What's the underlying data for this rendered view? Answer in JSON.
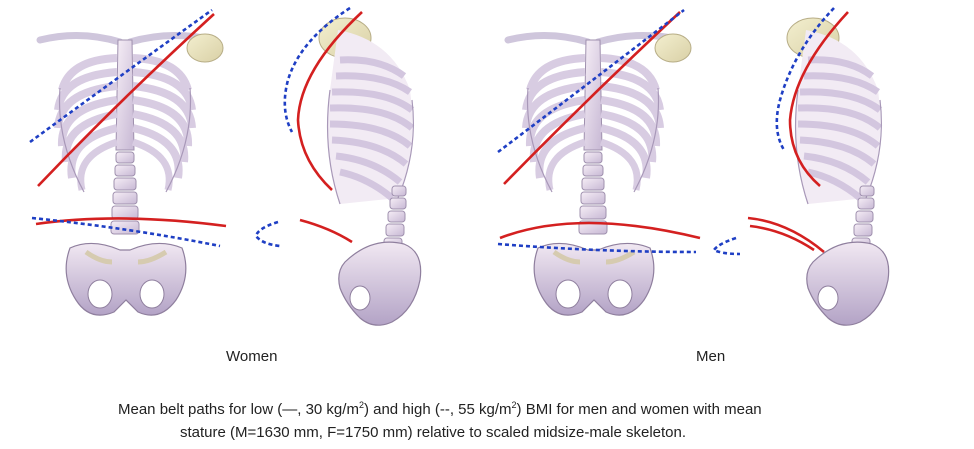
{
  "labels": {
    "women": "Women",
    "men": "Men"
  },
  "caption": {
    "line1_a": "Mean belt paths for low (—, 30 kg/m",
    "line1_sup1": "2",
    "line1_b": ") and high (--, 55 kg/m",
    "line1_sup2": "2",
    "line1_c": ") BMI for men and women with mean",
    "line2": "stature (M=1630 mm, F=1750 mm) relative to scaled midsize-male skeleton."
  },
  "colors": {
    "low_bmi_path": "#d42020",
    "high_bmi_path": "#1f3fc4",
    "bone": "#ece2f0",
    "bone_shade": "#b9a9c8",
    "bone_outline": "#8f7f9e"
  }
}
